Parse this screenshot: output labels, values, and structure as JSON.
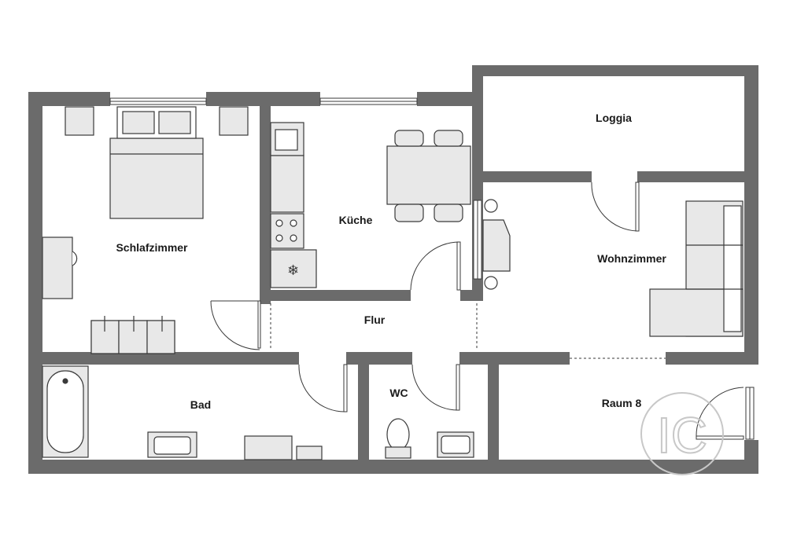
{
  "plan": {
    "rooms": {
      "schlafzimmer": "Schlafzimmer",
      "kueche": "Küche",
      "loggia": "Loggia",
      "wohnzimmer": "Wohnzimmer",
      "flur": "Flur",
      "bad": "Bad",
      "wc": "WC",
      "raum8": "Raum 8"
    },
    "watermark": "IC"
  },
  "colors": {
    "wall": "#6b6b6b",
    "furniture_fill": "#e8e8e8",
    "furniture_stroke": "#3a3a3a",
    "watermark": "#c8c8c8"
  }
}
